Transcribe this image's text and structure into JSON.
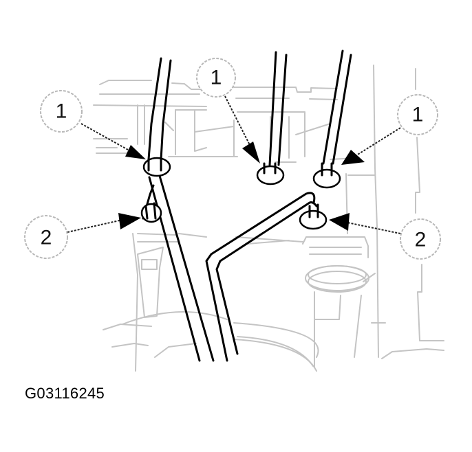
{
  "figure": {
    "id_label": "G03116245",
    "description": "Brake line connections to hydraulic unit with numbered callouts"
  },
  "callouts": [
    {
      "number": "1",
      "label": "1",
      "position": "top-left",
      "meaning": "brake tube fitting"
    },
    {
      "number": "1",
      "label": "1",
      "position": "top-center",
      "meaning": "brake tube fitting"
    },
    {
      "number": "1",
      "label": "1",
      "position": "top-right",
      "meaning": "brake tube fitting"
    },
    {
      "number": "2",
      "label": "2",
      "position": "middle-left",
      "meaning": "brake tube fitting"
    },
    {
      "number": "2",
      "label": "2",
      "position": "middle-right",
      "meaning": "brake tube fitting"
    }
  ],
  "colors": {
    "line_art": "#000000",
    "ghost_background": "#c4c4c4",
    "callout_circle": "#b8b8b8",
    "background": "#ffffff"
  }
}
